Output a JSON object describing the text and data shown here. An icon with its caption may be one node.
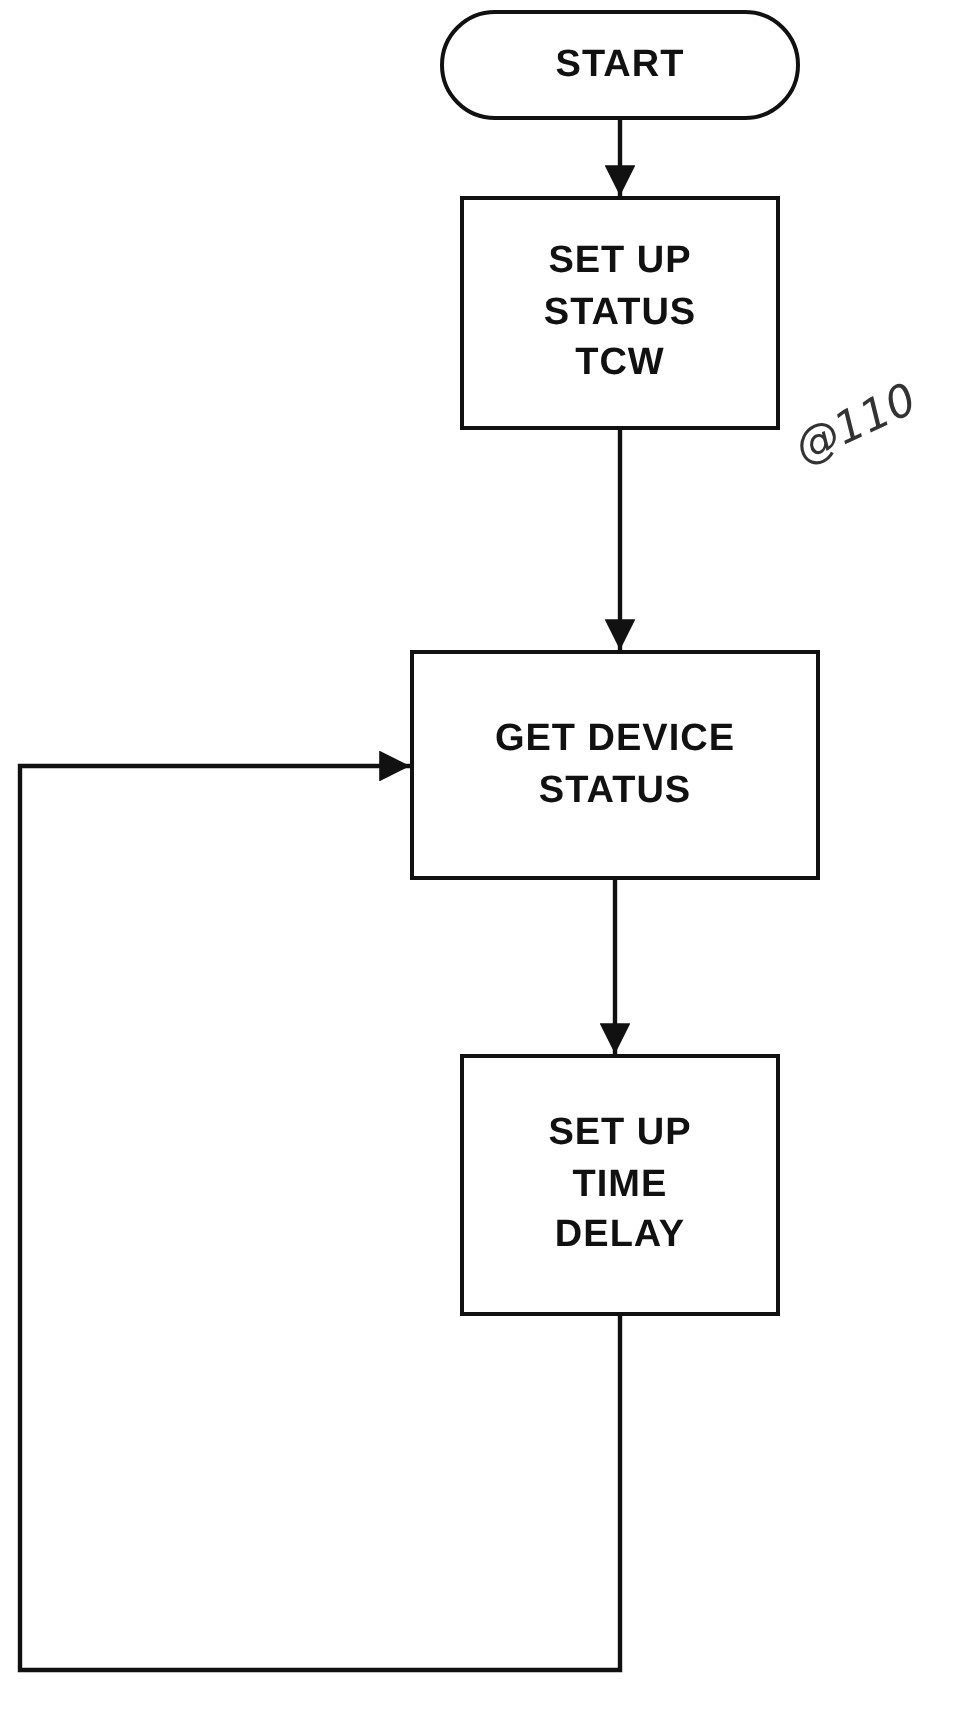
{
  "diagram": {
    "nodes": [
      {
        "text": [
          "START"
        ]
      },
      {
        "text": [
          "SET UP STATUS TCW"
        ]
      },
      {
        "text": [
          "GET DEVICE STATUS"
        ]
      },
      {
        "text": [
          "SET UP TIME DELAY"
        ]
      }
    ],
    "edges": [
      {
        "from": 0,
        "to": 1,
        "arrow": "to"
      },
      {
        "from": 1,
        "to": 2,
        "arrow": "to"
      },
      {
        "from": 2,
        "to": 3,
        "arrow": "to"
      },
      {
        "from": 3,
        "to": 2,
        "arrow": "to"
      }
    ],
    "labels": [
      "@110"
    ]
  }
}
